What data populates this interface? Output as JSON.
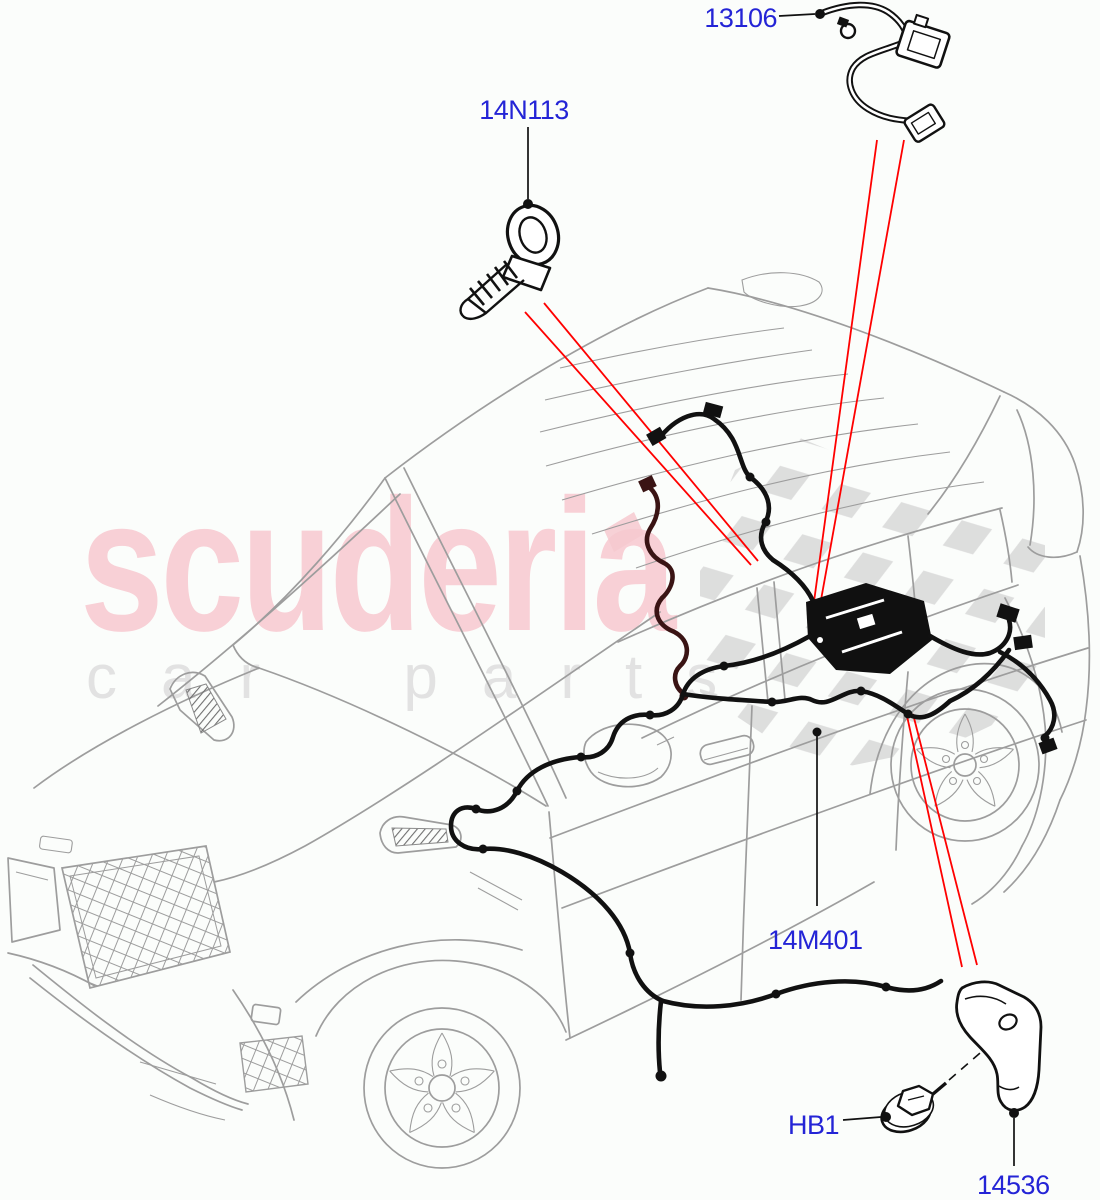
{
  "watermark": {
    "brand": "scuderia",
    "tagline": "car parts",
    "brand_color": "#f8ccd2",
    "tagline_color": "#e2e2e2",
    "checker_color": "#dadada"
  },
  "diagram": {
    "label_color": "#2424d6",
    "highlight_color": "#ff0000",
    "car_line_color": "#9d9d9d",
    "harness_color": "#111111",
    "callouts": [
      {
        "label": "13106"
      },
      {
        "label": "14N113"
      },
      {
        "label": "14M401"
      },
      {
        "label": "HB1"
      },
      {
        "label": "14536"
      }
    ]
  }
}
